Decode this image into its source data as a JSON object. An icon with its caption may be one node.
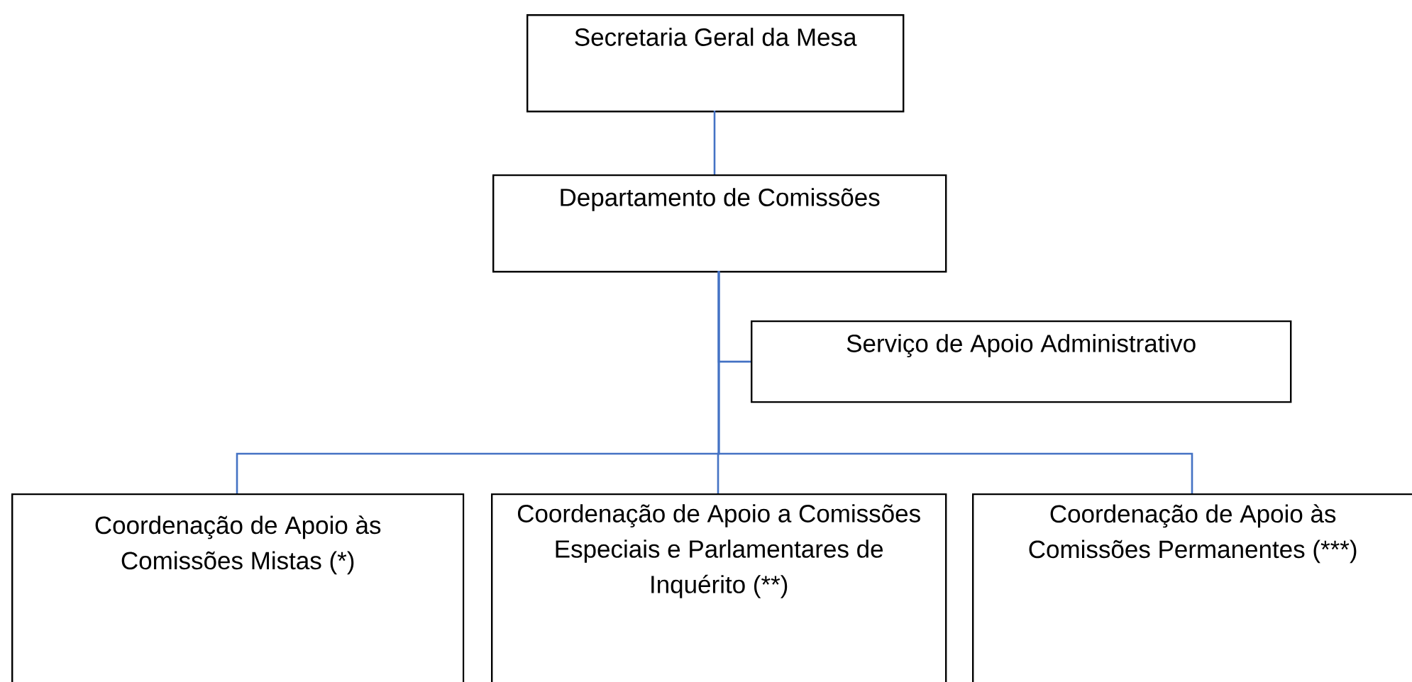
{
  "diagram": {
    "nodes": [
      {
        "text": [
          "Secretaria Geral da Mesa"
        ]
      },
      {
        "text": [
          "Departamento de Comissões"
        ]
      },
      {
        "text": [
          "Serviço de Apoio Administrativo"
        ]
      },
      {
        "text": [
          "Coordenação de Apoio às Comissões Mistas (*)"
        ]
      },
      {
        "text": [
          "Coordenação de Apoio a Comissões Especiais e Parlamentares de Inquérito (**)"
        ]
      },
      {
        "text": [
          "Coordenação de Apoio às Comissões Permanentes (***)"
        ]
      }
    ],
    "edges": [
      {
        "from": 0,
        "to": 1,
        "arrow": "none"
      },
      {
        "from": 1,
        "to": 2,
        "arrow": "none"
      },
      {
        "from": 1,
        "to": 3,
        "arrow": "none"
      },
      {
        "from": 1,
        "to": 4,
        "arrow": "none"
      },
      {
        "from": 1,
        "to": 5,
        "arrow": "none"
      }
    ]
  }
}
